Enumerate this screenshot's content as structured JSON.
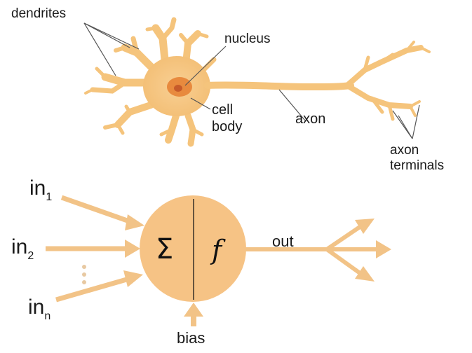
{
  "neuron": {
    "dendrites_label": "dendrites",
    "nucleus_label": "nucleus",
    "cell_body_line1": "cell",
    "cell_body_line2": "body",
    "axon_label": "axon",
    "axon_terminals_line1": "axon",
    "axon_terminals_line2": "terminals"
  },
  "perceptron": {
    "input1_base": "in",
    "input1_sub": "1",
    "input2_base": "in",
    "input2_sub": "2",
    "inputn_base": "in",
    "inputn_sub": "n",
    "sum_symbol": "Σ",
    "activation_symbol": "f",
    "output_label": "out",
    "bias_label": "bias"
  },
  "colors": {
    "neuron_fill": "#f5c47c",
    "neuron_stroke": "#e0a75a",
    "nucleus_fill": "#e88a3e",
    "nucleus_dot": "#c65b2a",
    "arrow": "#f2c387",
    "node_fill": "#f6c385"
  }
}
